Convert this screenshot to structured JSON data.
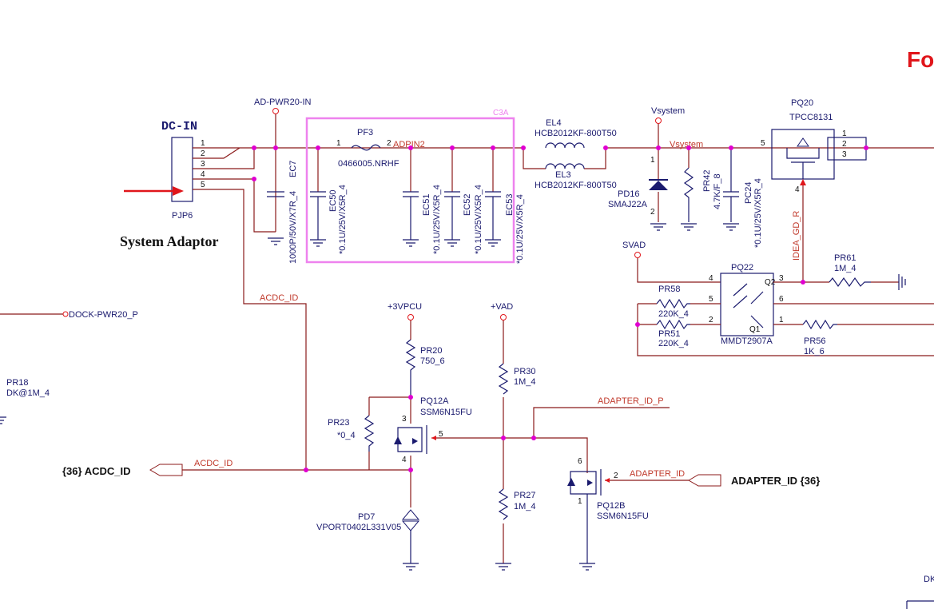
{
  "title": "Fo",
  "connector": {
    "name": "DC-IN",
    "ref": "PJP6",
    "pins": [
      "1",
      "2",
      "3",
      "4",
      "5"
    ],
    "caption": "System Adaptor"
  },
  "net_labels": {
    "ad_pwr": "AD-PWR20-IN",
    "adpin2": "ADPIN2",
    "vsystem_top": "Vsystem",
    "vsystem_net": "Vsystem",
    "svad": "SVAD",
    "acdc_id_wire": "ACDC_ID",
    "acdc_id_port": "ACDC_ID",
    "dock": "DOCK-PWR20_P",
    "vpcu": "+3VPCU",
    "vad": "+VAD",
    "adapter_id_p": "ADAPTER_ID_P",
    "adapter_id_wire": "ADAPTER_ID",
    "idea_gd": "IDEA_GD_R",
    "dk": "DK"
  },
  "ports": {
    "acdc_left": "{36}  ACDC_ID",
    "adapter_right": "ADAPTER_ID  {36}"
  },
  "group_label": "C3A",
  "components": {
    "ec7": {
      "ref": "EC7",
      "value": "1000P/50V/X7R_4"
    },
    "pf3": {
      "ref": "PF3",
      "value": "0466005.NRHF",
      "pin1": "1",
      "pin2": "2"
    },
    "ec50": {
      "ref": "EC50",
      "value": "*0.1U/25V/X5R_4"
    },
    "ec51": {
      "ref": "EC51",
      "value": "*0.1U/25V/X5R_4"
    },
    "ec52": {
      "ref": "EC52",
      "value": "*0.1U/25V/X5R_4"
    },
    "ec53": {
      "ref": "EC53",
      "value": "*0.1U/25V/X5R_4"
    },
    "el4": {
      "ref": "EL4",
      "value": "HCB2012KF-800T50"
    },
    "el3": {
      "ref": "EL3",
      "value": "HCB2012KF-800T50"
    },
    "pd16": {
      "ref": "PD16",
      "value": "SMAJ22A",
      "pin1": "1",
      "pin2": "2"
    },
    "pr42": {
      "ref": "PR42",
      "value": "4.7K/F_8"
    },
    "pc24": {
      "ref": "PC24",
      "value": "*0.1U/25V/X5R_4"
    },
    "pq20": {
      "ref": "PQ20",
      "value": "TPCC8131",
      "pins": [
        "5",
        "1",
        "2",
        "3",
        "4"
      ]
    },
    "pr61": {
      "ref": "PR61",
      "value": "1M_4"
    },
    "pq22": {
      "ref": "PQ22",
      "value": "MMDT2907A",
      "q1": "Q1",
      "q2": "Q2",
      "pins": [
        "4",
        "3",
        "5",
        "6",
        "2",
        "1"
      ]
    },
    "pr58": {
      "ref": "PR58",
      "value": "220K_4"
    },
    "pr51": {
      "ref": "PR51",
      "value": "220K_4"
    },
    "pr56": {
      "ref": "PR56",
      "value": "1K_6"
    },
    "pr18": {
      "ref": "PR18",
      "value": "DK@1M_4"
    },
    "pr20": {
      "ref": "PR20",
      "value": "750_6"
    },
    "pq12a": {
      "ref": "PQ12A",
      "value": "SSM6N15FU",
      "pins": [
        "3",
        "5",
        "4"
      ]
    },
    "pr23": {
      "ref": "PR23",
      "value": "*0_4"
    },
    "pr30": {
      "ref": "PR30",
      "value": "1M_4"
    },
    "pr27": {
      "ref": "PR27",
      "value": "1M_4"
    },
    "pd7": {
      "ref": "PD7",
      "value": "VPORT0402L331V05"
    },
    "pq12b": {
      "ref": "PQ12B",
      "value": "SSM6N15FU",
      "pins": [
        "6",
        "2",
        "1"
      ]
    }
  },
  "colors": {
    "wire": "#8b1a1a",
    "component": "#1a1a6e",
    "junction": "#e000d0",
    "group_box": "#ee82ee",
    "title": "#e0161b",
    "arrow": "#e0161b"
  }
}
